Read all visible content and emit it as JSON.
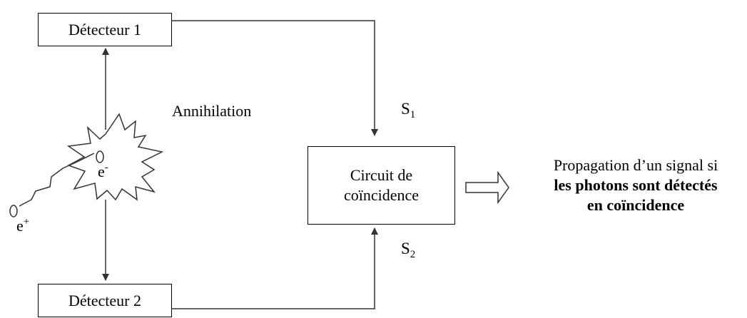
{
  "detectors": {
    "top": "Détecteur 1",
    "bottom": "Détecteur 2"
  },
  "annihilation_label": "Annihilation",
  "signals": {
    "s1": {
      "letter": "S",
      "index": "1"
    },
    "s2": {
      "letter": "S",
      "index": "2"
    }
  },
  "particles": {
    "electron": {
      "letter": "e",
      "charge": "-"
    },
    "positron": {
      "letter": "e",
      "charge": "+"
    }
  },
  "coincidence_circuit": {
    "line1": "Circuit de",
    "line2": "coïncidence"
  },
  "result": {
    "line1": "Propagation d’un signal si",
    "line2": "les photons sont détectés",
    "line3": "en coïncidence"
  }
}
